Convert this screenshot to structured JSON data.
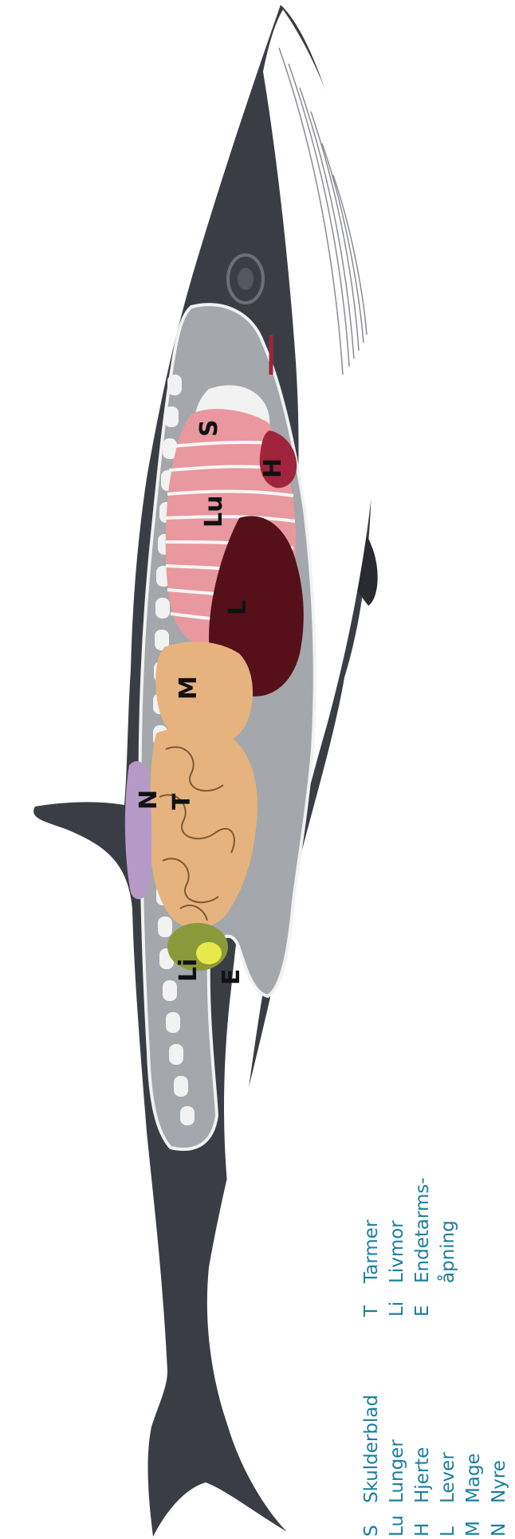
{
  "colors": {
    "whale_skin": "#3b3d44",
    "belly": "#ffffff",
    "body_cavity": "#a4a7ab",
    "bone": "#f2f2f2",
    "lungs": "#e8989e",
    "heart": "#a0243c",
    "liver": "#561019",
    "stomach": "#e6b37f",
    "intestine": "#e6b37f",
    "kidney": "#b59ac8",
    "uterus": "#8a9a3a",
    "anus_marker": "#e8e84a",
    "legend_text": "#1a7f9e"
  },
  "organ_labels": {
    "S": "S",
    "Lu": "Lu",
    "H": "H",
    "L": "L",
    "M": "M",
    "T": "T",
    "N": "N",
    "Li": "Li",
    "E": "E"
  },
  "legend": {
    "column1": [
      {
        "code": "S",
        "name": "Skulderblad"
      },
      {
        "code": "Lu",
        "name": "Lunger"
      },
      {
        "code": "H",
        "name": "Hjerte"
      },
      {
        "code": "L",
        "name": "Lever"
      },
      {
        "code": "M",
        "name": "Mage"
      },
      {
        "code": "N",
        "name": "Nyre"
      }
    ],
    "column2": [
      {
        "code": "T",
        "name": "Tarmer"
      },
      {
        "code": "Li",
        "name": "Livmor"
      },
      {
        "code": "E",
        "name": "Endetarms-",
        "name2": "åpning"
      }
    ]
  }
}
